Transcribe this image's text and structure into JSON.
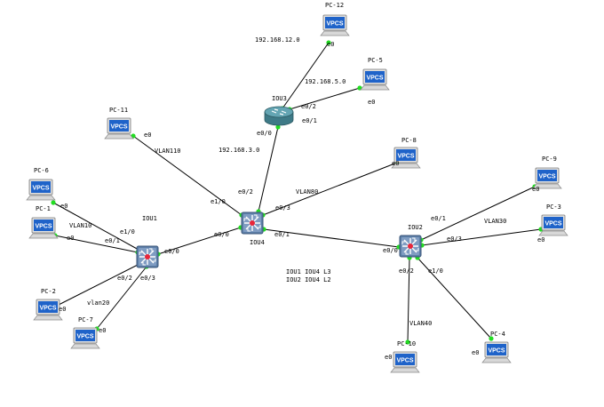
{
  "pcs": [
    {
      "id": "pc12",
      "name": "PC-12",
      "icon_text": "VPCS"
    },
    {
      "id": "pc5",
      "name": "PC-5",
      "icon_text": "VPCS"
    },
    {
      "id": "pc11",
      "name": "PC-11",
      "icon_text": "VPCS"
    },
    {
      "id": "pc8",
      "name": "PC-8",
      "icon_text": "VPCS"
    },
    {
      "id": "pc9",
      "name": "PC-9",
      "icon_text": "VPCS"
    },
    {
      "id": "pc3",
      "name": "PC-3",
      "icon_text": "VPCS"
    },
    {
      "id": "pc6",
      "name": "PC-6",
      "icon_text": "VPCS"
    },
    {
      "id": "pc1",
      "name": "PC-1",
      "icon_text": "VPCS"
    },
    {
      "id": "pc2",
      "name": "PC-2",
      "icon_text": "VPCS"
    },
    {
      "id": "pc7",
      "name": "PC-7",
      "icon_text": "VPCS"
    },
    {
      "id": "pc10",
      "name": "PC-10",
      "icon_text": "VPCS"
    },
    {
      "id": "pc4",
      "name": "PC-4",
      "icon_text": "VPCS"
    }
  ],
  "router": {
    "name": "IOU3"
  },
  "switches": [
    {
      "id": "iou4",
      "name": "IOU4"
    },
    {
      "id": "iou1",
      "name": "IOU1"
    },
    {
      "id": "iou2",
      "name": "IOU2"
    }
  ],
  "labels": [
    {
      "id": "net12",
      "text": "192.168.12.0"
    },
    {
      "id": "net5",
      "text": "192.168.5.0"
    },
    {
      "id": "net3",
      "text": "192.168.3.0"
    },
    {
      "id": "vlan110",
      "text": "VLAN110"
    },
    {
      "id": "vlan80",
      "text": "VLAN80"
    },
    {
      "id": "vlan10",
      "text": "VLAN10"
    },
    {
      "id": "vlan20",
      "text": "vlan20"
    },
    {
      "id": "vlan30",
      "text": "VLAN30"
    },
    {
      "id": "vlan40",
      "text": "VLAN40"
    },
    {
      "id": "note1",
      "text": "IOU1 IOU4 L3"
    },
    {
      "id": "note2",
      "text": "IOU2 IOU4 L2"
    }
  ],
  "ports": [
    {
      "id": "p_pc12_e0",
      "text": "e0"
    },
    {
      "id": "p_iou3_e02",
      "text": "e0/2"
    },
    {
      "id": "p_pc5_e0",
      "text": "e0"
    },
    {
      "id": "p_iou3_e01",
      "text": "e0/1"
    },
    {
      "id": "p_iou3_e00",
      "text": "e0/0"
    },
    {
      "id": "p_pc11_e0",
      "text": "e0"
    },
    {
      "id": "p_iou4_e10",
      "text": "e1/0"
    },
    {
      "id": "p_iou4_e02",
      "text": "e0/2"
    },
    {
      "id": "p_iou4_e03",
      "text": "e0/3"
    },
    {
      "id": "p_iou4_e00",
      "text": "e0/0"
    },
    {
      "id": "p_iou4_e01",
      "text": "e0/1"
    },
    {
      "id": "p_pc8_e0",
      "text": "e0"
    },
    {
      "id": "p_pc6_e0",
      "text": "e0"
    },
    {
      "id": "p_iou1_e10",
      "text": "e1/0"
    },
    {
      "id": "p_pc1_e0",
      "text": "e0"
    },
    {
      "id": "p_iou1_e01",
      "text": "e0/1"
    },
    {
      "id": "p_iou1_e00",
      "text": "e0/0"
    },
    {
      "id": "p_iou1_e02",
      "text": "e0/2"
    },
    {
      "id": "p_iou1_e03",
      "text": "e0/3"
    },
    {
      "id": "p_pc2_e0",
      "text": "e0"
    },
    {
      "id": "p_pc7_e0",
      "text": "e0"
    },
    {
      "id": "p_iou2_e00",
      "text": "e0/0"
    },
    {
      "id": "p_iou2_e01",
      "text": "e0/1"
    },
    {
      "id": "p_iou2_e03",
      "text": "e0/3"
    },
    {
      "id": "p_iou2_e02",
      "text": "e0/2"
    },
    {
      "id": "p_iou2_e10",
      "text": "e1/0"
    },
    {
      "id": "p_pc9_e0",
      "text": "e0"
    },
    {
      "id": "p_pc3_e0",
      "text": "e0"
    },
    {
      "id": "p_pc10_e0",
      "text": "e0"
    },
    {
      "id": "p_pc4_e0",
      "text": "e0"
    }
  ],
  "colors": {
    "vpcs_screen": "#1f63c9",
    "link": "#000000",
    "port_dot": "#22dd22",
    "router_body": "#4a8c9a",
    "switch_body": "#5d7fa8",
    "switch_center": "#e8263a"
  },
  "icons": {
    "pc": "vpcs-computer-icon",
    "router": "router-icon",
    "switch": "multilayer-switch-icon"
  }
}
